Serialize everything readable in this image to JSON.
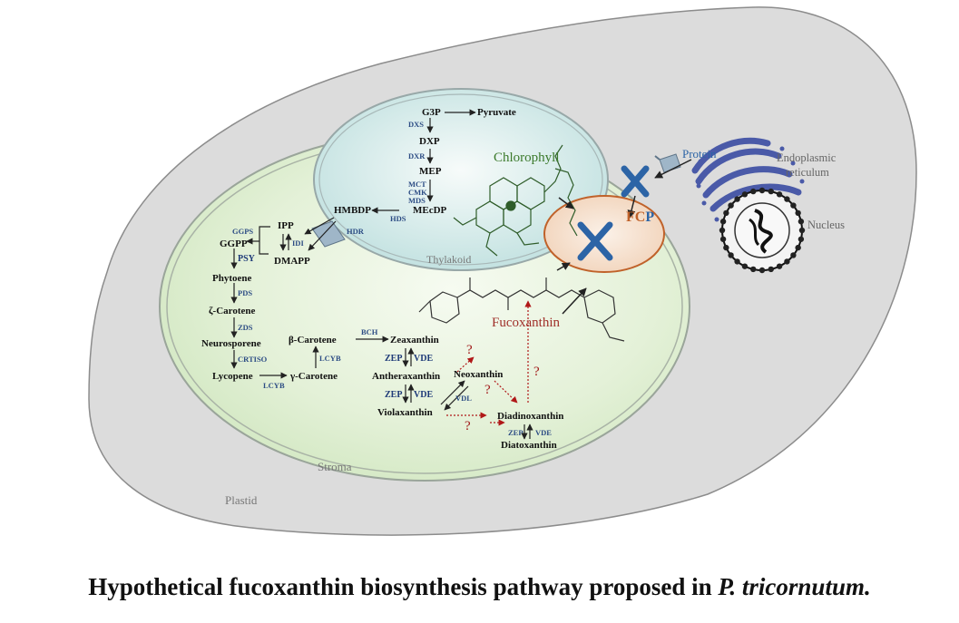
{
  "caption": {
    "main": "Hypothetical fucoxanthin biosynthesis pathway proposed in ",
    "species": "P. tricornutum."
  },
  "compartments": {
    "plastid": "Plastid",
    "stroma": "Stroma",
    "thylakoid": "Thylakoid",
    "er": [
      "Endoplasmic",
      "reticulum"
    ],
    "nucleus": "Nucleus",
    "protein": "Protein",
    "fcp_f": "F",
    "fcp_c": "C",
    "fcp_p": "P"
  },
  "pigments": {
    "chlorophyll": "Chlorophyll",
    "fucoxanthin": "Fucoxanthin"
  },
  "mep": {
    "g3p": "G3P",
    "pyruvate": "Pyruvate",
    "dxs": "DXS",
    "dxp": "DXP",
    "dxr": "DXR",
    "mep": "MEP",
    "mct": "MCT",
    "cmk": "CMK",
    "mds": "MDS",
    "mecdp": "MEcDP",
    "hds": "HDS",
    "hmbdp": "HMBDP",
    "hdr": "HDR"
  },
  "carotenoid": {
    "ipp": "IPP",
    "dmapp": "DMAPP",
    "idi": "IDI",
    "ggps": "GGPS",
    "ggpp": "GGPP",
    "psy": "PSY",
    "phytoene": "Phytoene",
    "pds": "PDS",
    "zeta": "ζ-Carotene",
    "zds": "ZDS",
    "neurosporene": "Neurosporene",
    "crtiso": "CRTISO",
    "lycopene": "Lycopene",
    "lcyb1": "LCYB",
    "gamma": "γ-Carotene",
    "lcyb2": "LCYB",
    "beta": "β-Carotene",
    "bch": "BCH",
    "zeaxanthin": "Zeaxanthin",
    "zep1": "ZEP",
    "vde1": "VDE",
    "antheraxanthin": "Antheraxanthin",
    "zep2": "ZEP",
    "vde2": "VDE",
    "violaxanthin": "Violaxanthin",
    "neoxanthin": "Neoxanthin",
    "vdl": "VDL",
    "diadinoxanthin": "Diadinoxanthin",
    "zep3": "ZEP",
    "vde3": "VDE",
    "diatoxanthin": "Diatoxanthin",
    "unknown": "?"
  }
}
